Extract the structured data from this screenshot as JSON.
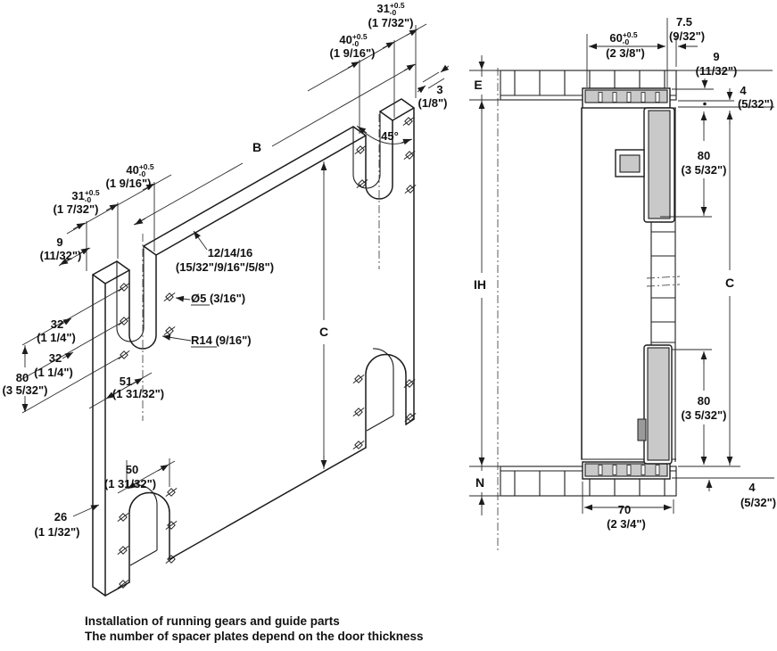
{
  "title_block": {
    "footer_line1": "Installation of running gears and guide parts",
    "footer_line2": "The number of spacer plates depend on the door thickness"
  },
  "labels": {
    "b": "B",
    "c": "C",
    "e": "E",
    "ih": "IH",
    "n": "N",
    "angle45": "45°",
    "tol_plus": "+0.5",
    "tol_minus": "-0",
    "d3": "3",
    "d3_in": "(1/8\")",
    "d31": "31",
    "d31_in": "(1 7/32\")",
    "d40": "40",
    "d40_in": "(1 9/16\")",
    "d9": "9",
    "d9_in": "(11/32\")",
    "thickness": "12/14/16",
    "thickness_in": "(15/32\"/9/16\"/5/8\")",
    "dia5": "Ø5 (3/16\")",
    "r14": "R14 (9/16\")",
    "d32": "32",
    "d32_in": "(1 1/4\")",
    "d80": "80",
    "d80_in": "(3 5/32\")",
    "d51": "51",
    "d51_in": "(1 31/32\")",
    "d50": "50",
    "d50_in": "(1 31/32\")",
    "d26": "26",
    "d26_in": "(1 1/32\")",
    "d60": "60",
    "d60_in": "(2 3/8\")",
    "d7_5": "7.5",
    "d7_5_in": "(9/32\")",
    "d4": "4",
    "d4_in": "(5/32\")",
    "d70": "70",
    "d70_in": "(2 3/4\")"
  },
  "colors": {
    "line": "#1c1c1c",
    "hardware_gray": "#c9c9c9",
    "background": "#ffffff"
  }
}
